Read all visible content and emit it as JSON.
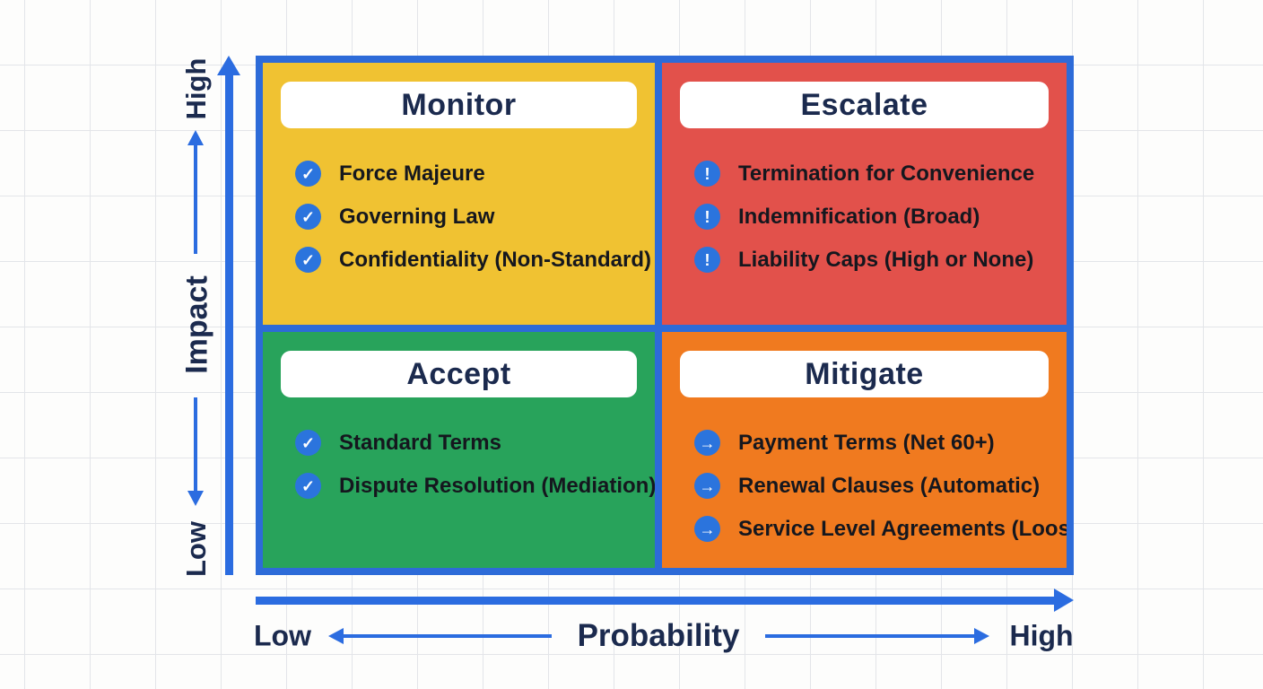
{
  "diagram": {
    "type": "quadrant-risk-matrix",
    "quadrants": [
      {
        "title": "Monitor",
        "position": "top-left",
        "color": "#f0c232",
        "icon": "check",
        "items": [
          "Force Majeure",
          "Governing Law",
          "Confidentiality (Non-Standard)"
        ]
      },
      {
        "title": "Escalate",
        "position": "top-right",
        "color": "#e2514b",
        "icon": "exclamation",
        "items": [
          "Termination for Convenience",
          "Indemnification (Broad)",
          "Liability Caps (High or None)"
        ]
      },
      {
        "title": "Accept",
        "position": "bottom-left",
        "color": "#28a35b",
        "icon": "check",
        "items": [
          "Standard Terms",
          "Dispute Resolution (Mediation)"
        ]
      },
      {
        "title": "Mitigate",
        "position": "bottom-right",
        "color": "#f07a1f",
        "icon": "arrow",
        "items": [
          "Payment Terms (Net 60+)",
          "Renewal Clauses (Automatic)",
          "Service Level Agreements (Loose)"
        ]
      }
    ],
    "axes": {
      "y": {
        "label": "Impact",
        "top": "High",
        "bottom": "Low"
      },
      "x": {
        "label": "Probability",
        "left": "Low",
        "right": "High"
      }
    }
  },
  "icons": {
    "check": "✓",
    "exclamation": "!",
    "arrow": "→"
  },
  "colors": {
    "axis_blue": "#2b6ce0",
    "matrix_border_blue": "#2d6bd8",
    "icon_blue": "#2b74dd",
    "quadrant_yellow": "#f0c232",
    "quadrant_red": "#e2514b",
    "quadrant_green": "#28a35b",
    "quadrant_orange": "#f07a1f",
    "title_text": "#1b2a4e",
    "item_text": "#15171e",
    "background": "#fdfdfc",
    "grid_line": "#e3e5e9"
  }
}
